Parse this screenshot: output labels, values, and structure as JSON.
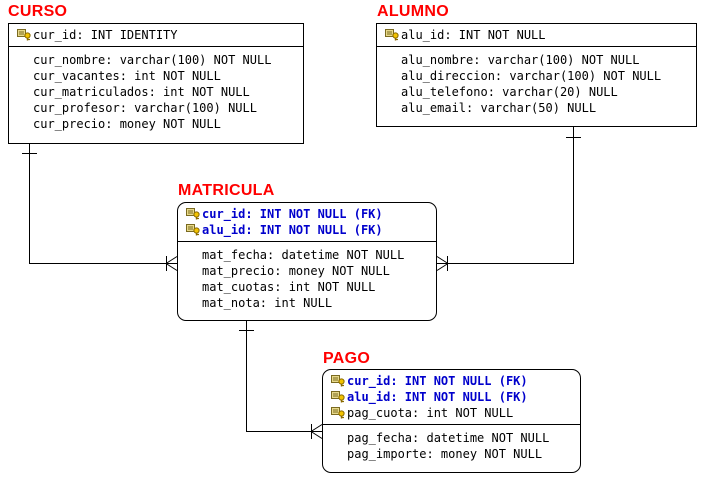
{
  "entities": {
    "curso": {
      "title": "CURSO",
      "keys": [
        {
          "text": "cur_id: INT IDENTITY",
          "fk": false
        }
      ],
      "attrs": [
        "cur_nombre: varchar(100) NOT NULL",
        "cur_vacantes: int NOT NULL",
        "cur_matriculados: int NOT NULL",
        "cur_profesor: varchar(100) NULL",
        "cur_precio: money NOT NULL"
      ]
    },
    "alumno": {
      "title": "ALUMNO",
      "keys": [
        {
          "text": "alu_id: INT NOT NULL",
          "fk": false
        }
      ],
      "attrs": [
        "alu_nombre: varchar(100) NOT NULL",
        "alu_direccion: varchar(100) NOT NULL",
        "alu_telefono: varchar(20) NULL",
        "alu_email: varchar(50) NULL"
      ]
    },
    "matricula": {
      "title": "MATRICULA",
      "keys": [
        {
          "text": "cur_id: INT NOT NULL (FK)",
          "fk": true
        },
        {
          "text": "alu_id: INT NOT NULL (FK)",
          "fk": true
        }
      ],
      "attrs": [
        "mat_fecha: datetime NOT NULL",
        "mat_precio: money NOT NULL",
        "mat_cuotas: int NOT NULL",
        "mat_nota: int NULL"
      ]
    },
    "pago": {
      "title": "PAGO",
      "keys": [
        {
          "text": "cur_id: INT NOT NULL (FK)",
          "fk": true
        },
        {
          "text": "alu_id: INT NOT NULL (FK)",
          "fk": true
        },
        {
          "text": "pag_cuota: int NOT NULL",
          "fk": false
        }
      ],
      "attrs": [
        "pag_fecha: datetime NOT NULL",
        "pag_importe: money NOT NULL"
      ]
    }
  },
  "relationships": [
    {
      "from": "curso",
      "to": "matricula"
    },
    {
      "from": "alumno",
      "to": "matricula"
    },
    {
      "from": "matricula",
      "to": "pago"
    }
  ]
}
